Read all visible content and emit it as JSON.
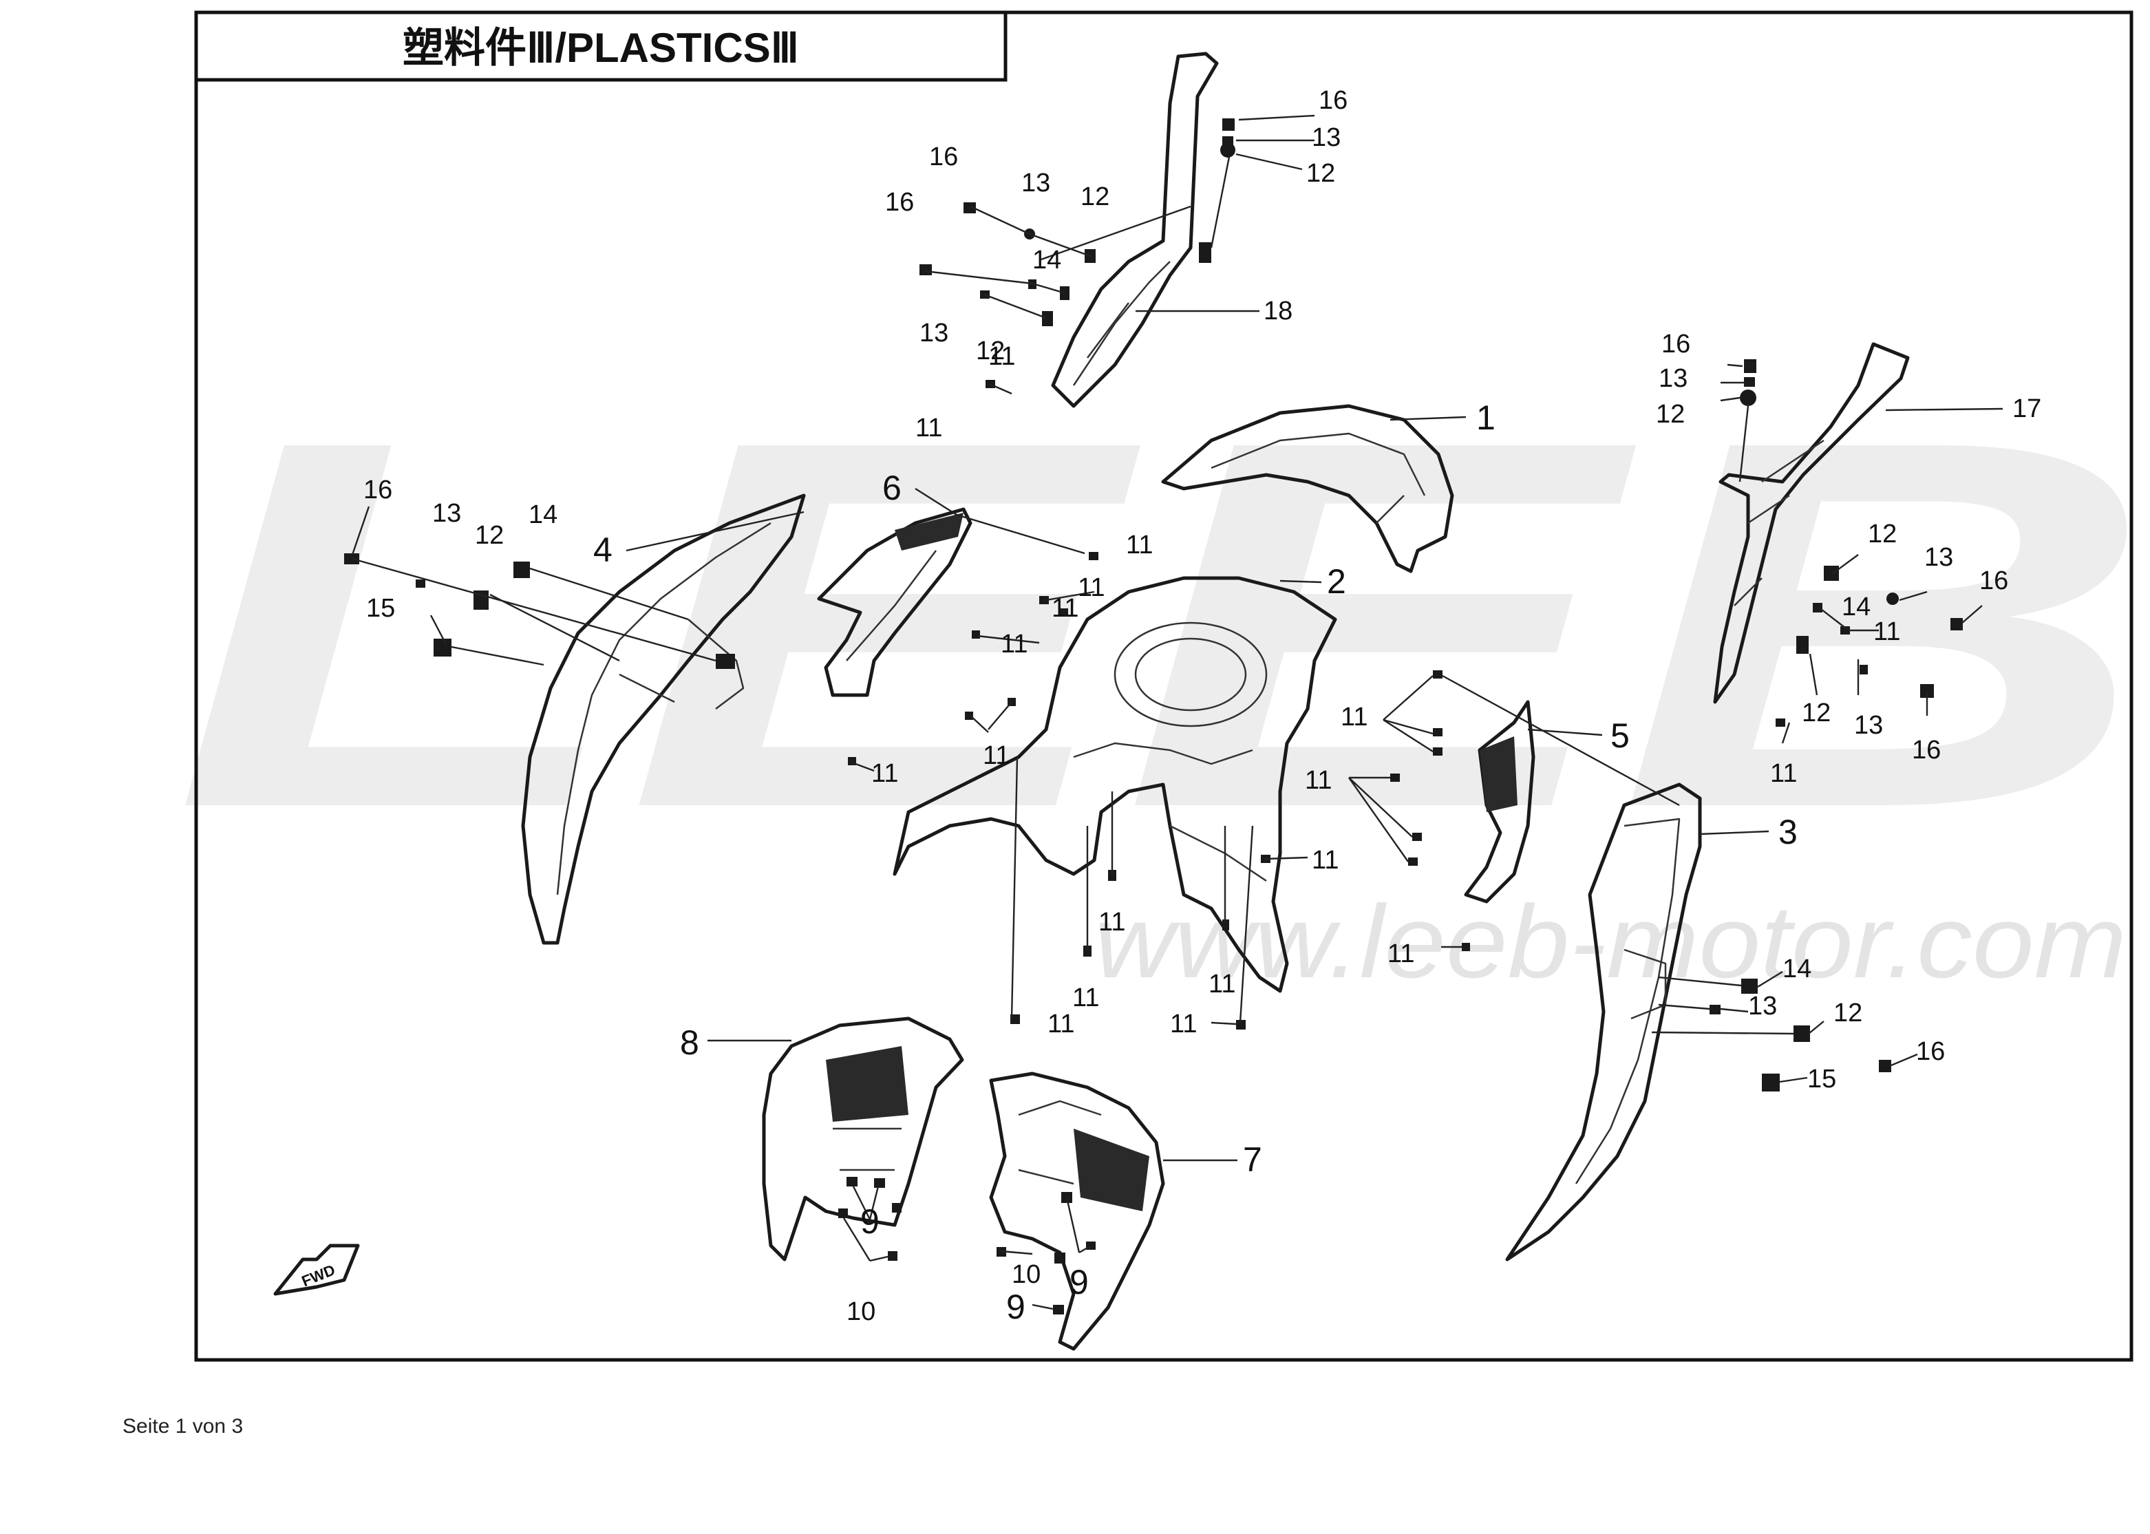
{
  "title": "塑料件Ⅲ/PLASTICSⅢ",
  "watermark": {
    "brand": "LEEB",
    "url": "www.leeb-motor.com"
  },
  "footer": "Seite 1 von 3",
  "direction_marker": "FWD",
  "parts": [
    "1",
    "2",
    "3",
    "4",
    "5",
    "6",
    "7",
    "8",
    "9",
    "10",
    "11",
    "12",
    "13",
    "14",
    "15",
    "16",
    "17",
    "18"
  ]
}
